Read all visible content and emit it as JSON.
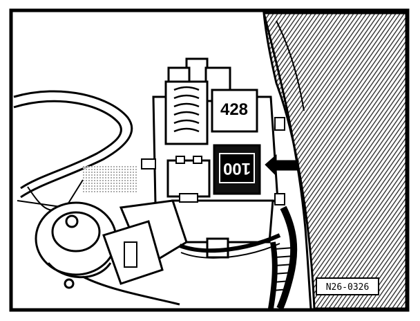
{
  "figure": {
    "relay_upper_label": "428",
    "relay_lower_label": "100",
    "reference_code": "N26-0326",
    "colors": {
      "ink": "#111111",
      "paper": "#ffffff",
      "hatch": "#4a4a4a",
      "arrow": "#000000"
    }
  }
}
